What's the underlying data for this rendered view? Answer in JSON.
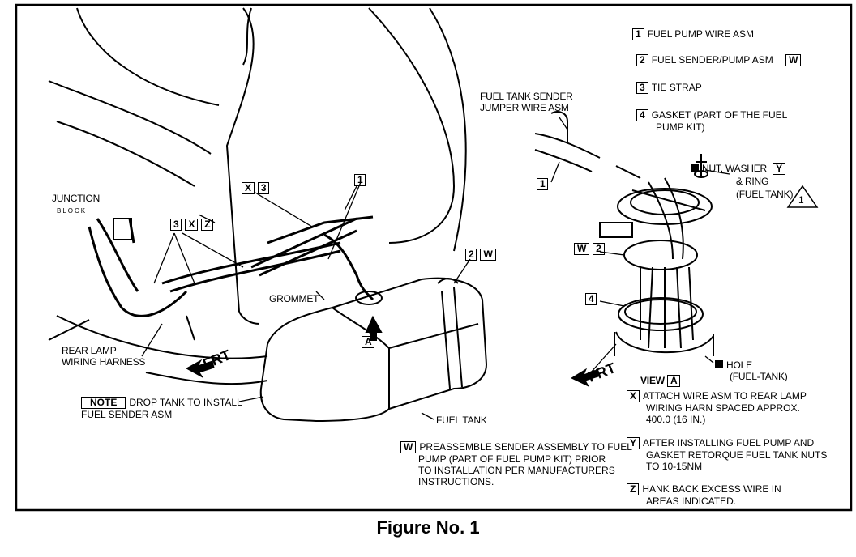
{
  "caption": "Figure No. 1",
  "legend": [
    {
      "key": "1",
      "text": "FUEL PUMP WIRE ASM"
    },
    {
      "key": "2",
      "text": "FUEL SENDER/PUMP ASM",
      "extra_key": "W"
    },
    {
      "key": "3",
      "text": "TIE STRAP"
    },
    {
      "key": "4",
      "text": "GASKET (PART OF THE FUEL",
      "text2": "PUMP KIT)"
    }
  ],
  "labels": {
    "junction": "JUNCTION",
    "block": "BLOCK",
    "rear_lamp_1": "REAR LAMP",
    "rear_lamp_2": "WIRING HARNESS",
    "grommet": "GROMMET",
    "fuel_tank": "FUEL TANK",
    "sender_jumper_1": "FUEL TANK SENDER",
    "sender_jumper_2": "JUMPER WIRE ASM",
    "nut_1": "NUT, WASHER",
    "nut_2": "& RING",
    "nut_3": "(FUEL TANK)",
    "hole_1": "HOLE",
    "hole_2": "(FUEL-TANK)",
    "view": "VIEW",
    "frt": "FRT"
  },
  "callouts": {
    "one": "1",
    "two": "2",
    "three": "3",
    "four": "4",
    "w": "W",
    "x": "X",
    "y": "Y",
    "z": "Z",
    "a": "A",
    "note": "NOTE",
    "tri": "1"
  },
  "notes": {
    "note_text_1": "DROP TANK TO INSTALL",
    "note_text_2": "FUEL SENDER ASM",
    "w_1": "PREASSEMBLE SENDER ASSEMBLY TO FUEL",
    "w_2": "PUMP (PART OF FUEL PUMP KIT) PRIOR",
    "w_3": "TO INSTALLATION PER MANUFACTURERS",
    "w_4": "INSTRUCTIONS.",
    "x_1": "ATTACH  WIRE ASM TO REAR LAMP",
    "x_2": "WIRING HARN SPACED APPROX.",
    "x_3": "400.0 (16 IN.)",
    "y_1": "AFTER INSTALLING FUEL PUMP AND",
    "y_2": "GASKET RETORQUE FUEL TANK NUTS",
    "y_3": "TO 10-15NM",
    "z_1": "HANK BACK EXCESS WIRE IN",
    "z_2": "AREAS INDICATED."
  }
}
